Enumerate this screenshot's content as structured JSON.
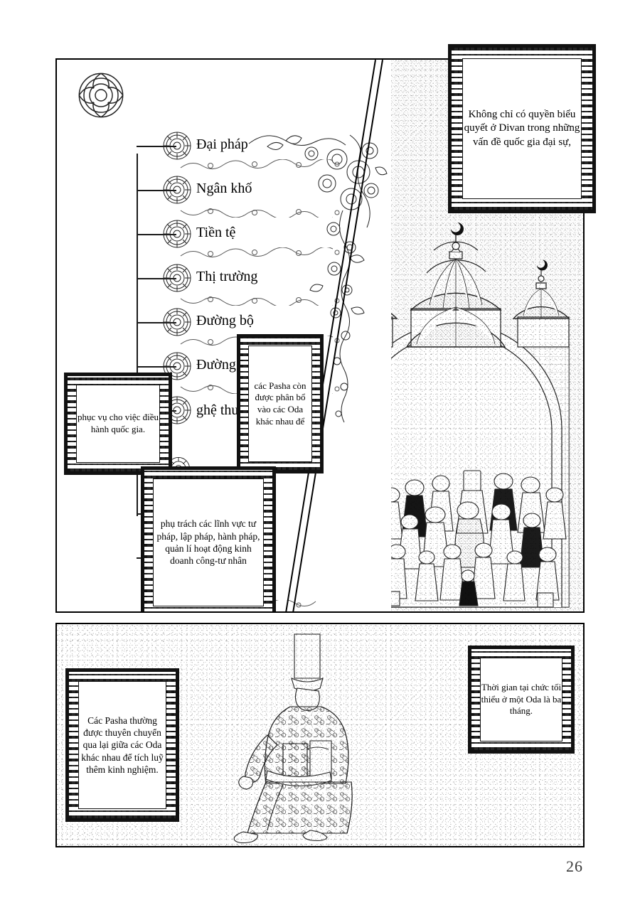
{
  "page": {
    "number": "26",
    "ink_color": "#111111",
    "paper_color": "#ffffff"
  },
  "panels": [
    {
      "id": "top",
      "kind": "diagram-and-illustration"
    },
    {
      "id": "bottom",
      "kind": "illustration"
    }
  ],
  "diagram": {
    "root_label": "",
    "items": [
      {
        "label": "Đại pháp"
      },
      {
        "label": "Ngân khố"
      },
      {
        "label": "Tiền tệ"
      },
      {
        "label": "Thị trường"
      },
      {
        "label": "Đường bộ"
      },
      {
        "label": "Đường thủy"
      },
      {
        "label": "ghệ thuật"
      },
      {
        "label": ""
      },
      {
        "label": ""
      },
      {
        "label": ""
      }
    ]
  },
  "captions": [
    {
      "id": "divan-vote",
      "text": "Không chỉ có quyền biểu quyết ở Divan trong những vấn đề quốc gia đại sự,"
    },
    {
      "id": "pasha-oda",
      "text": "các Pasha còn được phân bổ vào các Oda khác nhau để"
    },
    {
      "id": "serve-state",
      "text": "phục vụ cho việc điều hành quốc gia."
    },
    {
      "id": "responsibilities",
      "text": "phụ trách các lĩnh vực tư pháp, lập pháp, hành pháp, quản lí hoạt động kinh doanh công-tư nhân"
    },
    {
      "id": "pasha-rotation",
      "text": "Các Pasha thường được thuyên chuyển qua lại giữa các Oda khác nhau để tích luỹ thêm kinh nghiệm."
    },
    {
      "id": "min-tenure",
      "text": "Thời gian tại chức tối thiểu ở một Oda là ba tháng."
    }
  ],
  "illustrations": {
    "mosque_scene": {
      "name": "ottoman-mosque-with-assembly",
      "elements": [
        "central-dome",
        "side-domes",
        "crescent-finials",
        "great-arch",
        "turbaned-assembly",
        "stone-masonry"
      ]
    },
    "walking_official": {
      "name": "ottoman-official-walking",
      "elements": [
        "tall-white-kavuk-hat",
        "floral-patterned-kaftan",
        "sash",
        "pointed-slippers"
      ]
    }
  }
}
